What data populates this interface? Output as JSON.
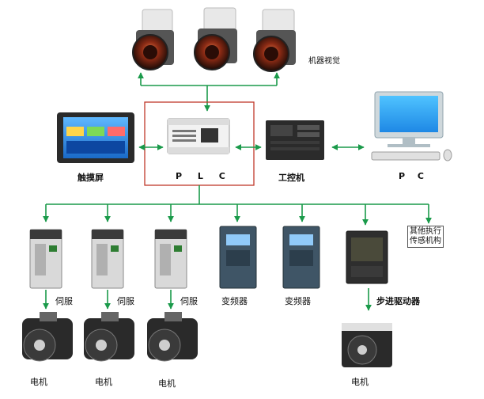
{
  "nodes": {
    "vision": "机器视觉",
    "touchscreen": "触摸屏",
    "plc": "P L C",
    "ipc": "工控机",
    "pc": "P C",
    "other_line1": "其他执行",
    "other_line2": "传感机构",
    "servo1": "伺服",
    "servo2": "伺服",
    "servo3": "伺服",
    "vfd1": "变频器",
    "vfd2": "变频器",
    "stepper": "步进驱动器",
    "motor1": "电机",
    "motor2": "电机",
    "motor3": "电机",
    "motor4": "电机"
  },
  "colors": {
    "connector": "#1a9a4a",
    "highlight_box": "#c0392b",
    "servo_body": "#d9d9d9",
    "vfd_body": "#3f5566",
    "motor_body": "#2a2a2a",
    "camera_body": "#ececec",
    "camera_lens": "#7a2a1a"
  }
}
